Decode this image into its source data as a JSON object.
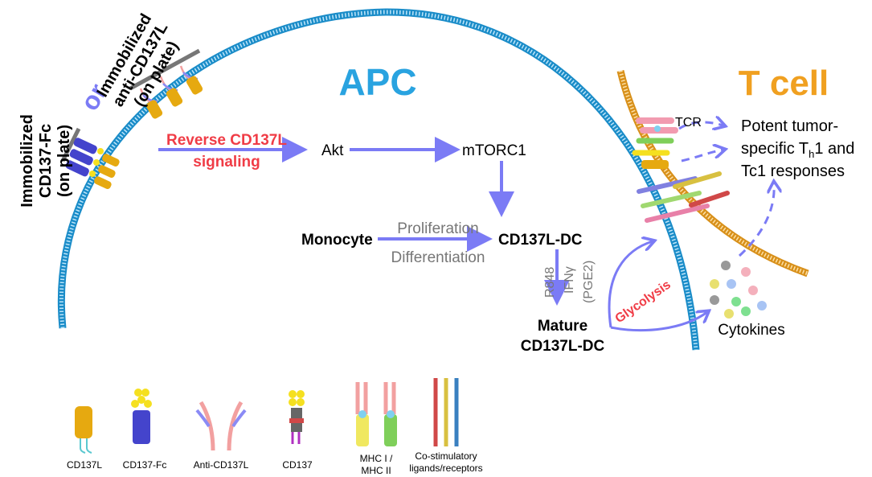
{
  "labels": {
    "apc": "APC",
    "tcell": "T cell",
    "tcr": "TCR",
    "or": "or",
    "immob_fc": [
      "Immobilized",
      "CD137-Fc",
      "(on plate)"
    ],
    "immob_anti": [
      "Immobilized",
      "anti-CD137L",
      "(on plate)"
    ],
    "reverse": [
      "Reverse CD137L",
      "signaling"
    ],
    "akt": "Akt",
    "mtorc1": "mTORC1",
    "monocyte": "Monocyte",
    "proliferation": "Proliferation",
    "differentiation": "Differentiation",
    "cd137l_dc": "CD137L-DC",
    "stimuli": [
      "R848",
      "IFNγ",
      "(PGE2)"
    ],
    "mature": [
      "Mature",
      "CD137L-DC"
    ],
    "glycolysis": "Glycolysis",
    "cytokines": "Cytokines",
    "responses": [
      "Potent tumor-",
      "specific T",
      "h",
      "1 and",
      "Tc1 responses"
    ]
  },
  "legend": {
    "cd137l": "CD137L",
    "cd137fc": "CD137-Fc",
    "anti": "Anti-CD137L",
    "cd137": "CD137",
    "mhc": [
      "MHC I /",
      "MHC II"
    ],
    "costim": [
      "Co-stimulatory",
      "ligands/receptors"
    ]
  },
  "colors": {
    "apc_blue": "#29a3e0",
    "tcell_orange": "#f0a020",
    "arrow": "#7b7bf5",
    "red": "#f03c46",
    "gray_text": "#777777"
  }
}
